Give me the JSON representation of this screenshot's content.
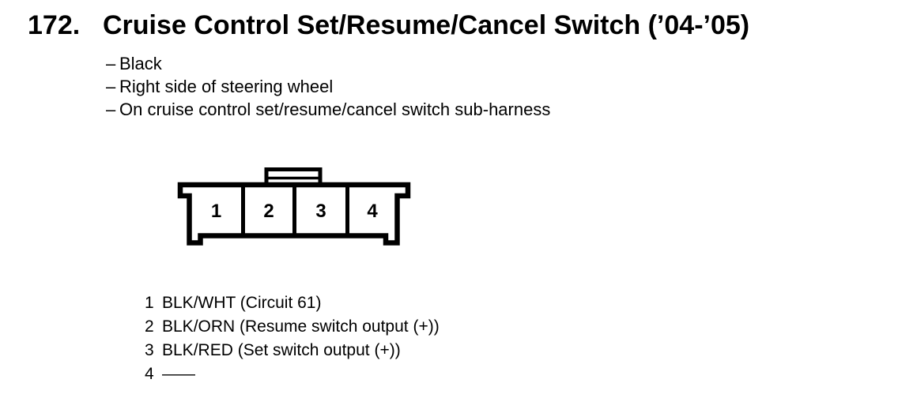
{
  "page": {
    "ink_color": "#000000",
    "paper_color": "#ffffff"
  },
  "title": {
    "number": "172.",
    "text": "Cruise Control Set/Resume/Cancel Switch (’04-’05)"
  },
  "notes": [
    {
      "dash": "–",
      "text": "Black"
    },
    {
      "dash": "–",
      "text": "Right side of steering wheel"
    },
    {
      "dash": "–",
      "text": "On cruise control set/resume/cancel switch sub-harness"
    }
  ],
  "connector": {
    "view": "4-cavity connector face with top latch tab",
    "pin_labels": [
      "1",
      "2",
      "3",
      "4"
    ],
    "outline_color": "#000000",
    "fill_color": "#ffffff"
  },
  "pin_list": [
    {
      "pin": "1",
      "wire": "BLK/WHT (Circuit 61)"
    },
    {
      "pin": "2",
      "wire": "BLK/ORN (Resume switch output (+))"
    },
    {
      "pin": "3",
      "wire": "BLK/RED (Set switch output (+))"
    },
    {
      "pin": "4",
      "wire": "——"
    }
  ]
}
